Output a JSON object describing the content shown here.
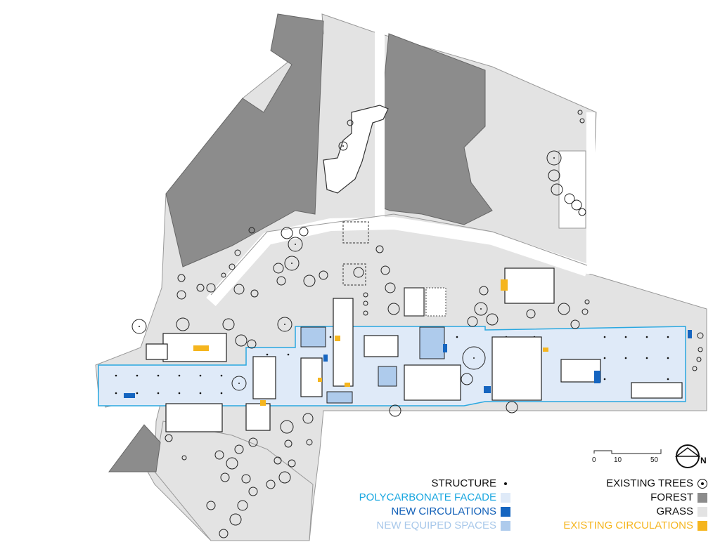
{
  "legend_left": {
    "structure": "STRUCTURE",
    "polycarbonate_1": "POLYCARBONATE FACADE",
    "new_circ_1": "NEW",
    "new_circ_2": "CIRCULATIONS",
    "new_equiped": "NEW EQUIPED SPACES"
  },
  "legend_right": {
    "existing_trees": "EXISTING TREES",
    "forest": "FOREST",
    "grass": "GRASS",
    "existing_circulations": "EXISTING CIRCULATIONS"
  },
  "scale": {
    "labels": [
      "0",
      "10",
      "50"
    ]
  },
  "north_label": "N",
  "colors": {
    "forest": "#8c8c8c",
    "grass": "#e3e3e3",
    "polycarbonate": "#dfeaf8",
    "polycarbonate_line": "#2aa8e0",
    "new_circulations": "#1565c0",
    "new_equiped": "#aecbec",
    "existing_circulations": "#f5b51e",
    "text_blue": "#19a7e0",
    "text_dark_blue": "#1260b8",
    "text_light_blue": "#a8c8ea"
  }
}
